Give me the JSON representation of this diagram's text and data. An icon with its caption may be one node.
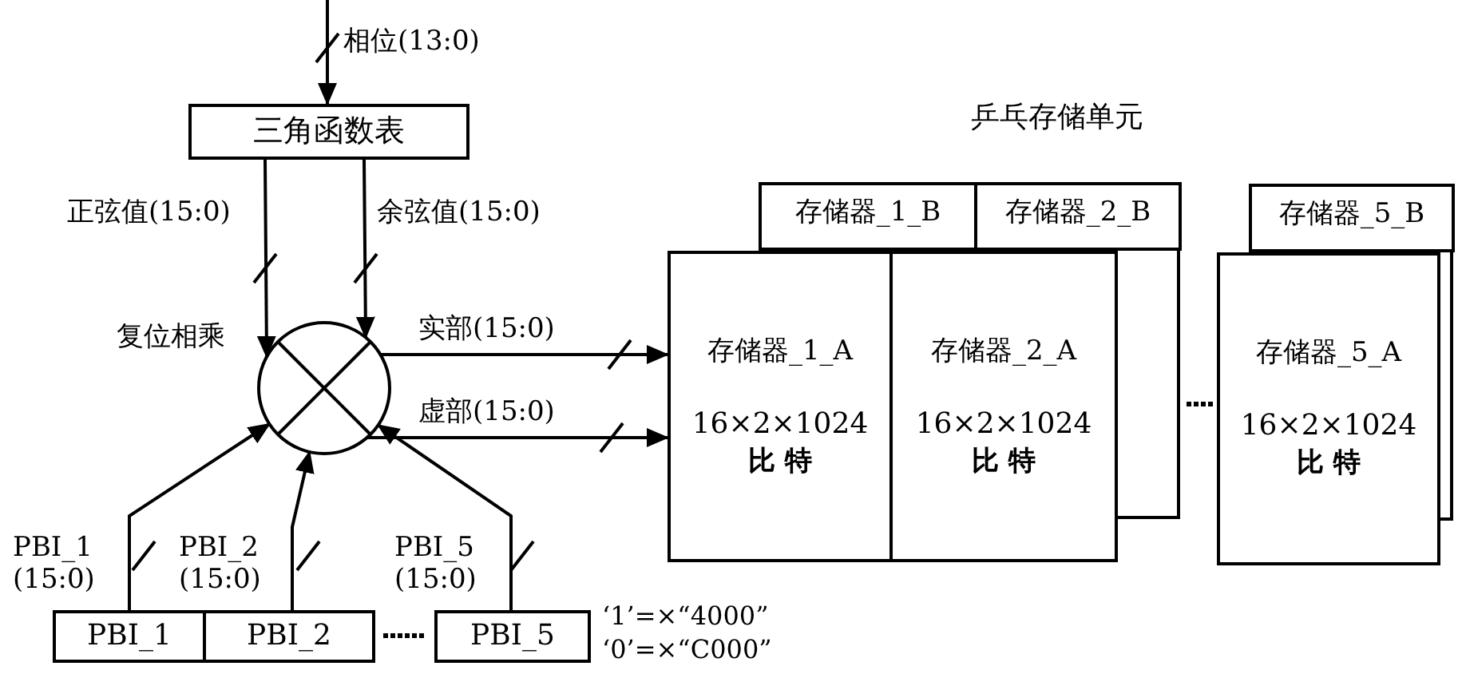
{
  "diagram": {
    "nodes": [
      {
        "text": [
          "三角函数表"
        ]
      },
      {
        "text": [],
        "shape": "circle",
        "beside": [
          "复位相乘"
        ]
      },
      {
        "text": [
          "存储器_1_B"
        ]
      },
      {
        "text": [
          "存储器_2_B"
        ]
      },
      {
        "text": [
          "存储器_5_B"
        ]
      },
      {
        "text": [
          "存储器_1_A",
          "16×2×1024",
          "比 特"
        ]
      },
      {
        "text": [
          "存储器_2_A",
          "16×2×1024",
          "比 特"
        ]
      },
      {
        "text": [
          "存储器_5_A",
          "16×2×1024",
          "比 特"
        ]
      },
      {
        "text": [
          "PBI_1"
        ]
      },
      {
        "text": [
          "PBI_2"
        ]
      },
      {
        "text": [
          "PBI_5"
        ]
      }
    ],
    "edges": [
      {
        "from": null,
        "to": 0,
        "arrow": "to",
        "label": "相位(13:0)"
      },
      {
        "from": 0,
        "to": 1,
        "arrow": "to",
        "label": "正弦值(15:0)"
      },
      {
        "from": 0,
        "to": 1,
        "arrow": "to",
        "label": "余弦值(15:0)"
      },
      {
        "from": 1,
        "to": 5,
        "arrow": "to",
        "label": "实部(15:0)"
      },
      {
        "from": 1,
        "to": 5,
        "arrow": "to",
        "label": "虚部(15:0)"
      },
      {
        "from": 8,
        "to": 1,
        "arrow": "to",
        "label": "PBI_1 (15:0)"
      },
      {
        "from": 9,
        "to": 1,
        "arrow": "to",
        "label": "PBI_2 (15:0)"
      },
      {
        "from": 10,
        "to": 1,
        "arrow": "to",
        "label": "PBI_5 (15:0)"
      }
    ],
    "labels": [
      "乒乓存储单元",
      "‘1’=×“4000”",
      "‘0’=×“C000”"
    ]
  }
}
